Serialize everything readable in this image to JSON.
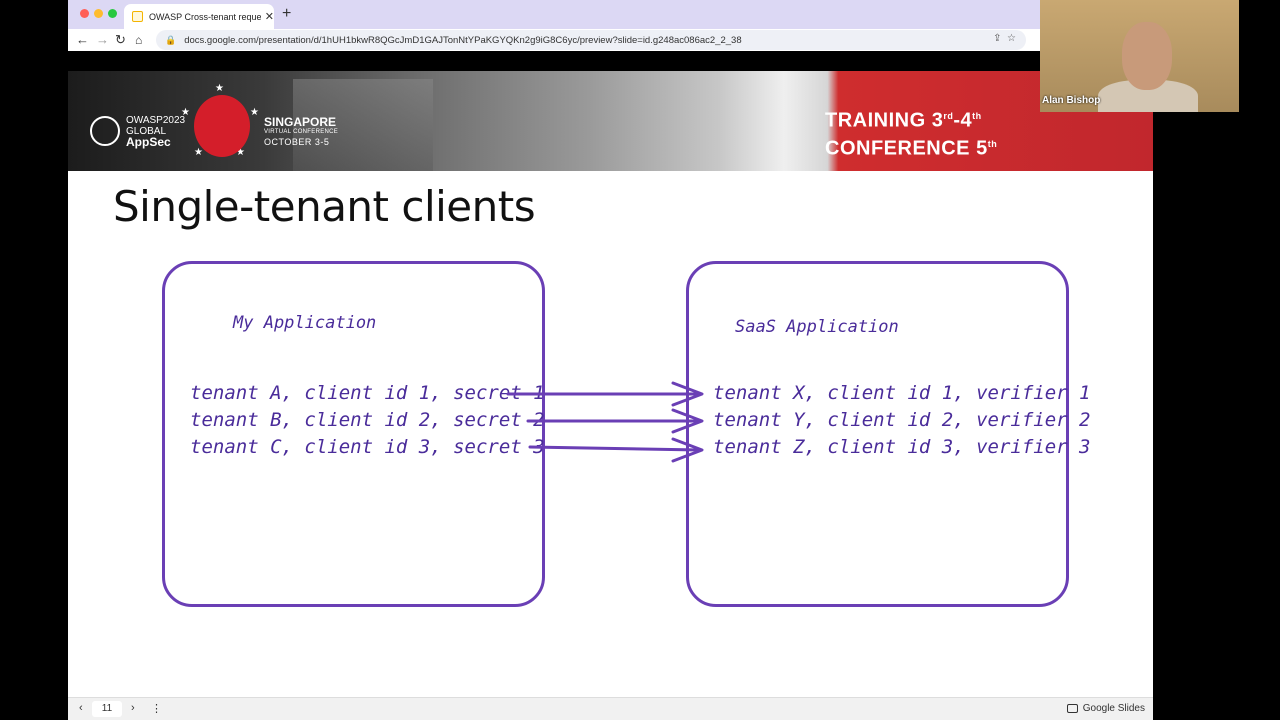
{
  "browser": {
    "tab_title": "OWASP Cross-tenant request",
    "url": "docs.google.com/presentation/d/1hUH1bkwR8QGcJmD1GAJTonNtYPaKGYQKn2g9iG8C6yc/preview?slide=id.g248ac086ac2_2_38",
    "colors": {
      "tabbar": "#dcd8f4"
    }
  },
  "banner": {
    "owasp_year": "OWASP2023",
    "global": "GLOBAL",
    "appsec": "AppSec",
    "city": "SINGAPORE",
    "virtual": "VIRTUAL CONFERENCE",
    "dates": "OCTOBER 3-5",
    "training_prefix": "TRAINING 3",
    "training_sup1": "rd",
    "training_mid": "-4",
    "training_sup2": "th",
    "conference_prefix": "CONFERENCE 5",
    "conference_sup": "th"
  },
  "slide": {
    "title": "Single-tenant clients",
    "left_box": {
      "label": "My Application",
      "rows": [
        "tenant A, client id 1, secret 1",
        "tenant B, client id 2, secret 2",
        "tenant C, client id 3, secret 3"
      ]
    },
    "right_box": {
      "label": "SaaS Application",
      "rows": [
        "tenant X, client id 1, verifier 1",
        "tenant Y, client id 2, verifier 2",
        "tenant Z, client id 3, verifier 3"
      ]
    },
    "colors": {
      "box_border": "#6a3fb5",
      "handwriting": "#4a2c9a"
    }
  },
  "slides_toolbar": {
    "page_number": "11",
    "brand": "Google Slides"
  },
  "webcam": {
    "name": "Alan Bishop"
  }
}
